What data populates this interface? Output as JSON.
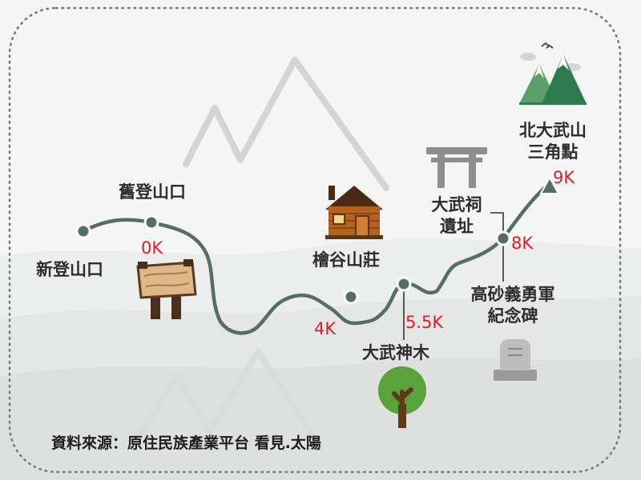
{
  "labels": {
    "new_trailhead": "新登山口",
    "old_trailhead": "舊登山口",
    "cabin": "檜谷山莊",
    "sacred_tree": "大武神木",
    "shrine_line1": "大武祠",
    "shrine_line2": "遺址",
    "memorial_line1": "高砂義勇軍",
    "memorial_line2": "紀念碑",
    "summit_line1": "北大武山",
    "summit_line2": "三角點"
  },
  "distances": {
    "old_trailhead": "0K",
    "cabin": "4K",
    "sacred_tree": "5.5K",
    "shrine": "8K",
    "summit": "9K"
  },
  "source_note": "資料來源：原住民族產業平台 看見.太陽",
  "colors": {
    "trail": "#546e66",
    "marker": "#546e66",
    "distance_text": "#e51c23",
    "border_dots": "#6f7f78",
    "mountain_watermark": "#cfd2d0"
  }
}
